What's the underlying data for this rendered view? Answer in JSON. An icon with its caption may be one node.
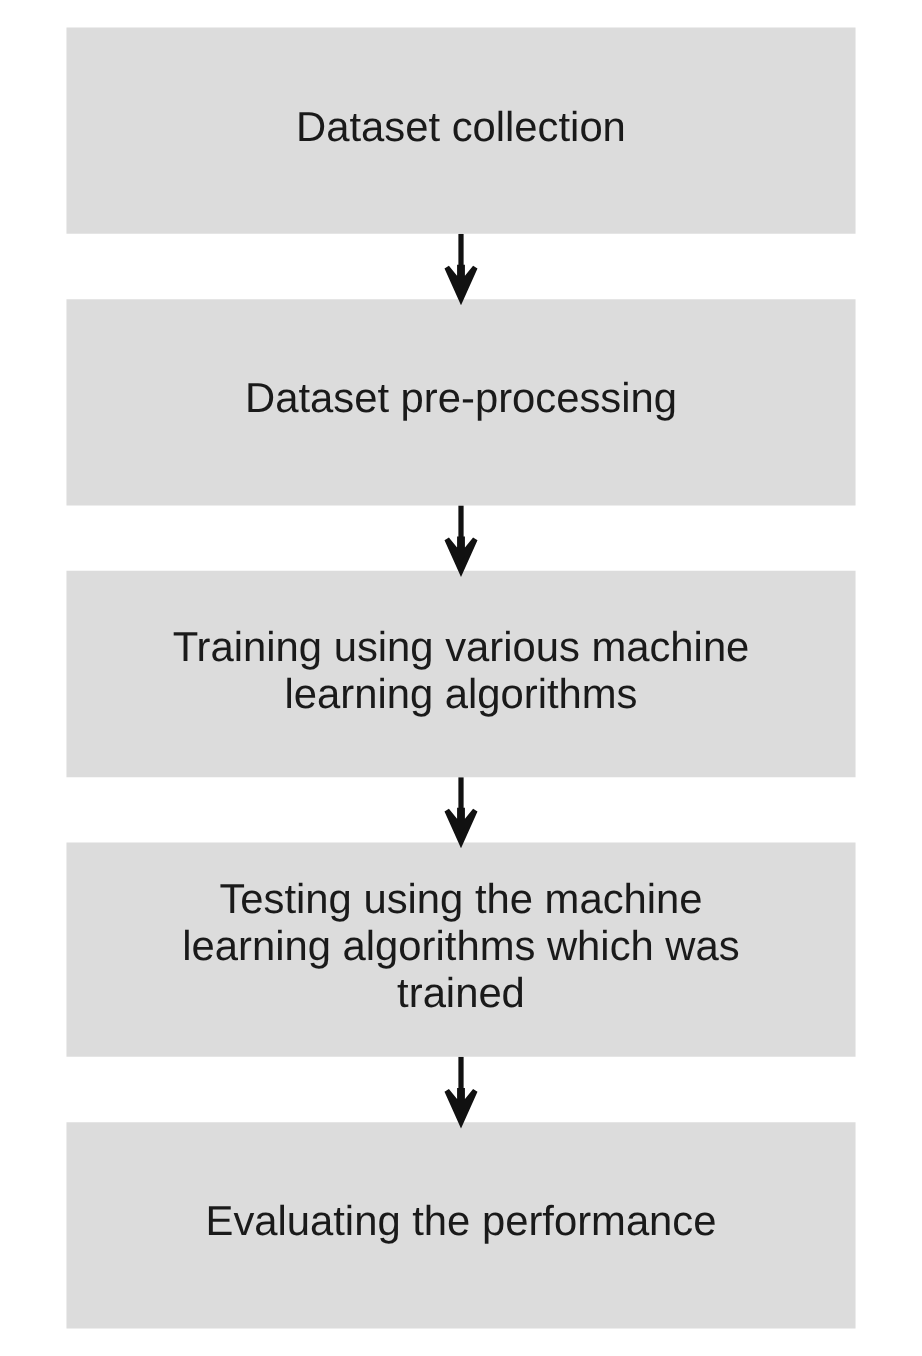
{
  "diagram": {
    "nodes": [
      {
        "text": [
          "Dataset collection"
        ]
      },
      {
        "text": [
          "Dataset pre-processing"
        ]
      },
      {
        "text": [
          "Training using various machine learning algorithms"
        ]
      },
      {
        "text": [
          "Testing using the machine learning algorithms which was trained"
        ]
      },
      {
        "text": [
          "Evaluating the performance"
        ]
      }
    ],
    "edges": [
      {
        "from": 0,
        "to": 1,
        "arrow": "to"
      },
      {
        "from": 1,
        "to": 2,
        "arrow": "to"
      },
      {
        "from": 2,
        "to": 3,
        "arrow": "to"
      },
      {
        "from": 3,
        "to": 4,
        "arrow": "to"
      }
    ]
  }
}
